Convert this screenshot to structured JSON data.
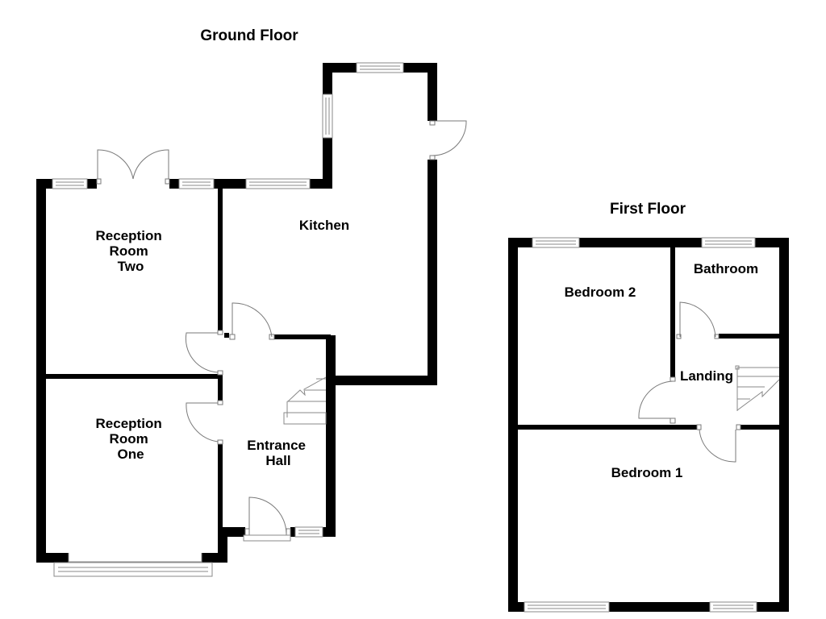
{
  "ground_floor": {
    "title": "Ground Floor",
    "rooms": {
      "reception_two": {
        "line1": "Reception",
        "line2": "Room",
        "line3": "Two"
      },
      "reception_one": {
        "line1": "Reception",
        "line2": "Room",
        "line3": "One"
      },
      "kitchen": {
        "label": "Kitchen"
      },
      "entrance_hall": {
        "line1": "Entrance",
        "line2": "Hall"
      }
    }
  },
  "first_floor": {
    "title": "First Floor",
    "rooms": {
      "bedroom_2": {
        "label": "Bedroom 2"
      },
      "bathroom": {
        "label": "Bathroom"
      },
      "landing": {
        "label": "Landing"
      },
      "bedroom_1": {
        "label": "Bedroom 1"
      }
    }
  },
  "colors": {
    "wall": "#000000",
    "fixture_line": "#8a8a8a",
    "background": "#ffffff"
  }
}
